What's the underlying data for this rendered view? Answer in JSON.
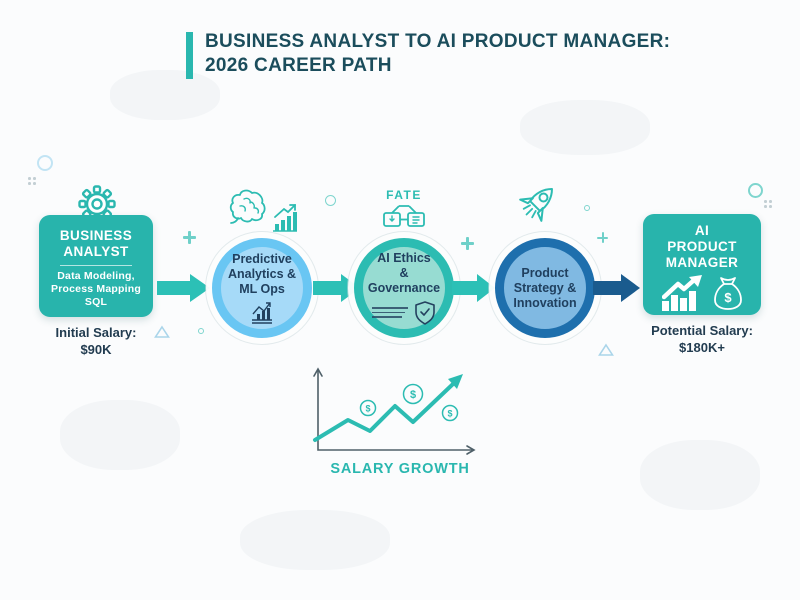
{
  "page": {
    "title_line1": "BUSINESS ANALYST TO AI PRODUCT MANAGER:",
    "title_line2": "2026 CAREER PATH"
  },
  "start_node": {
    "title_line1": "BUSINESS",
    "title_line2": "ANALYST",
    "skills_line1": "Data Modeling,",
    "skills_line2": "Process Mapping",
    "skills_line3": "SQL",
    "salary_label": "Initial Salary:",
    "salary_value": "$90K"
  },
  "steps": [
    {
      "line1": "Predictive",
      "line2": "Analytics &",
      "line3": "ML Ops"
    },
    {
      "badge": "FATE",
      "line1": "AI Ethics",
      "line2": "& Governance"
    },
    {
      "line1": "Product",
      "line2": "Strategy &",
      "line3": "Innovation"
    }
  ],
  "end_node": {
    "title_line1": "AI",
    "title_line2": "PRODUCT",
    "title_line3": "MANAGER",
    "salary_label": "Potential Salary:",
    "salary_value": "$180K+"
  },
  "salary_chart": {
    "caption": "SALARY GROWTH",
    "coin_symbol": "$"
  },
  "colors": {
    "teal": "#2ab7af",
    "teal_icon": "#2cbcb2",
    "navy_arrow": "#1a5b8e",
    "title_text": "#1b4d5c",
    "body_text": "#20405f",
    "circle1_ring": "#69c6f3",
    "circle1_fill": "#a6daf8",
    "circle2_ring": "#2cbcb2",
    "circle2_fill": "#97dcd2",
    "circle3_ring": "#1e6fad",
    "circle3_fill": "#80b9e2"
  }
}
